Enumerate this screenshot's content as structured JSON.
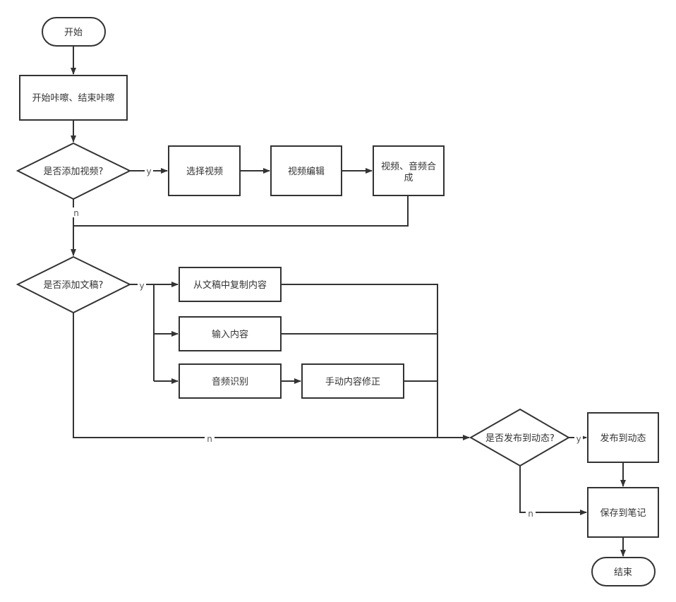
{
  "colors": {
    "stroke": "#333333",
    "fill": "#ffffff",
    "text": "#333333"
  },
  "nodes": {
    "start": "开始",
    "start_stop_recording": "开始咔嚓、结束咔嚓",
    "q_add_video": "是否添加视频?",
    "select_video": "选择视频",
    "video_edit": "视频编辑",
    "av_merge_line1": "视频、音频合",
    "av_merge_line2": "成",
    "q_add_script": "是否添加文稿?",
    "copy_from_script": "从文稿中复制内容",
    "input_content": "输入内容",
    "audio_recognition": "音频识别",
    "manual_correction": "手动内容修正",
    "q_publish": "是否发布到动态?",
    "publish": "发布到动态",
    "save_note": "保存到笔记",
    "end": "结束"
  },
  "edge_labels": {
    "video_yes": "y",
    "video_no": "n",
    "script_yes": "y",
    "script_no": "n",
    "publish_yes": "y",
    "publish_no": "n"
  }
}
